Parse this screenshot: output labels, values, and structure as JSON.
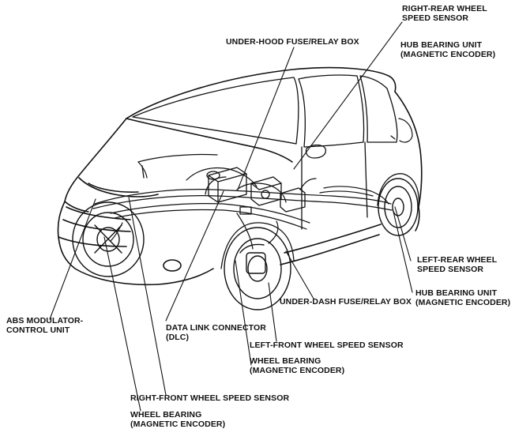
{
  "labels": {
    "rr_sensor": [
      "RIGHT-REAR WHEEL",
      "SPEED SENSOR"
    ],
    "fuse_hood": [
      "UNDER-HOOD FUSE/RELAY BOX"
    ],
    "hub_rear_right": [
      "HUB BEARING UNIT",
      "(MAGNETIC ENCODER)"
    ],
    "lr_sensor": [
      "LEFT-REAR WHEEL",
      "SPEED SENSOR"
    ],
    "hub_rear_left": [
      "HUB BEARING UNIT",
      "(MAGNETIC ENCODER)"
    ],
    "fuse_dash": [
      "UNDER-DASH FUSE/RELAY BOX"
    ],
    "abs": [
      "ABS MODULATOR-",
      "CONTROL UNIT"
    ],
    "dlc": [
      "DATA LINK CONNECTOR",
      "(DLC)"
    ],
    "lf_sensor": [
      "LEFT-FRONT WHEEL SPEED SENSOR"
    ],
    "wb_front_left": [
      "WHEEL BEARING",
      "(MAGNETIC ENCODER)"
    ],
    "rf_sensor": [
      "RIGHT-FRONT WHEEL SPEED SENSOR"
    ],
    "wb_front_right": [
      "WHEEL BEARING",
      "(MAGNETIC ENCODER)"
    ]
  },
  "colors": {
    "ink": "#111111",
    "background": "#ffffff"
  }
}
